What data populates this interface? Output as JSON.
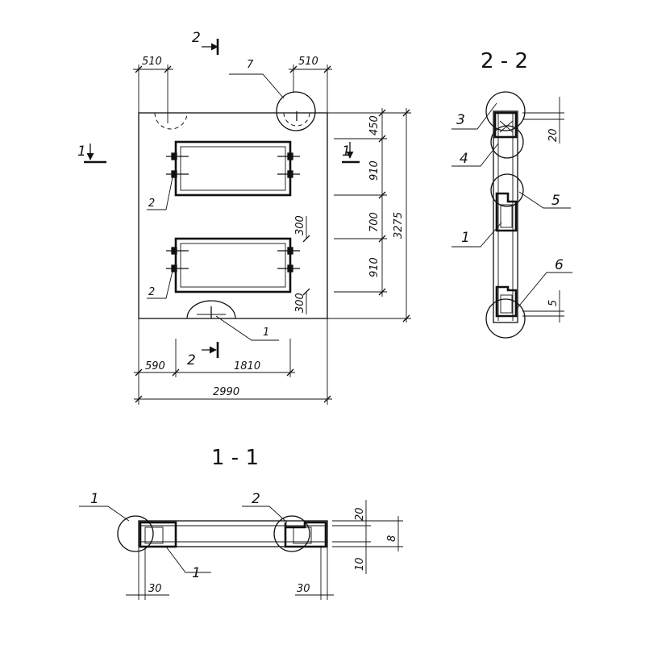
{
  "sections": {
    "section_2_2": "2 - 2",
    "section_1_1": "1 - 1"
  },
  "plan": {
    "dim_top_left": "510",
    "dim_top_right": "510",
    "dim_450": "450",
    "dim_910_a": "910",
    "dim_700": "700",
    "dim_910_b": "910",
    "dim_300_a": "300",
    "dim_300_b": "300",
    "dim_3275": "3275",
    "dim_590": "590",
    "dim_1810": "1810",
    "dim_2990": "2990",
    "cut_2_top": "2",
    "cut_2_bottom": "2",
    "cut_1_left": "1",
    "cut_1_right": "1",
    "callout_7": "7",
    "callout_2_upper": "2",
    "callout_2_lower": "2",
    "callout_1": "1"
  },
  "section22": {
    "callout_3": "3",
    "callout_4": "4",
    "callout_5": "5",
    "callout_1": "1",
    "callout_6": "6",
    "dim_20": "20",
    "dim_5": "5"
  },
  "section11": {
    "callout_1_top": "1",
    "callout_2": "2",
    "callout_1_bottom": "1",
    "dim_20": "20",
    "dim_8": "8",
    "dim_10": "10",
    "dim_30_left": "30",
    "dim_30_right": "30"
  }
}
